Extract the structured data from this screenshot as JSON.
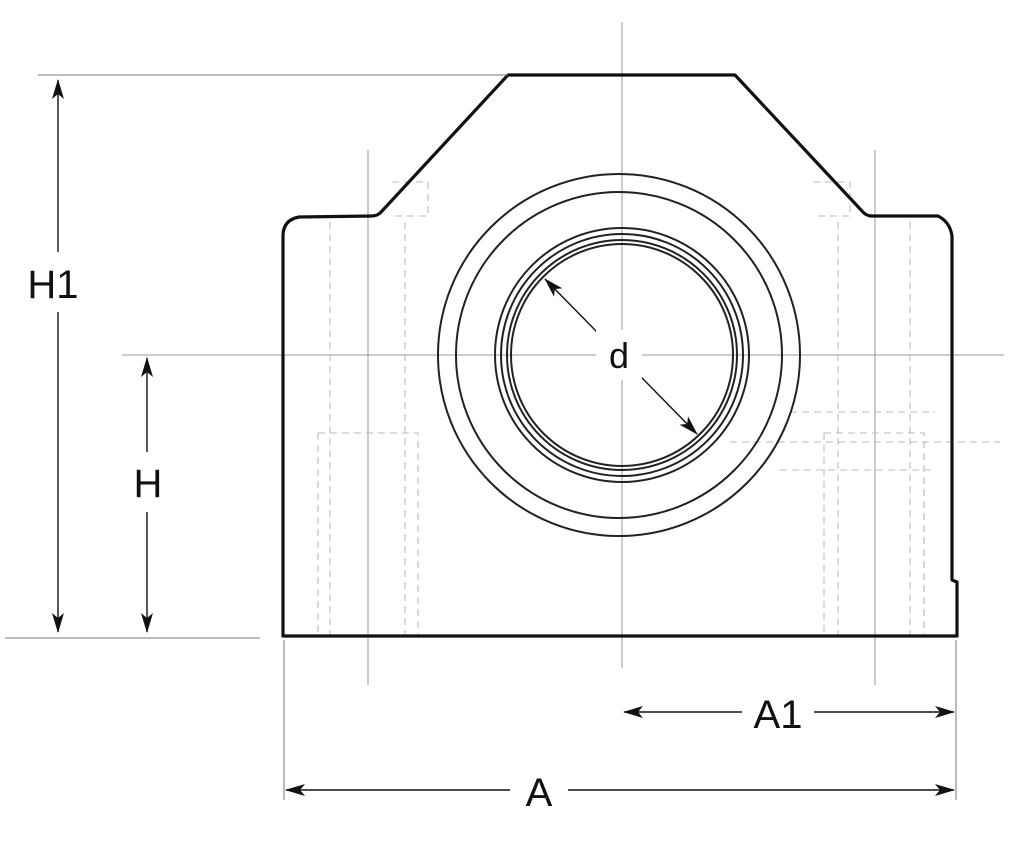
{
  "diagram": {
    "labels": {
      "h1": "H1",
      "h": "H",
      "d": "d",
      "a1": "A1",
      "a": "A"
    }
  }
}
